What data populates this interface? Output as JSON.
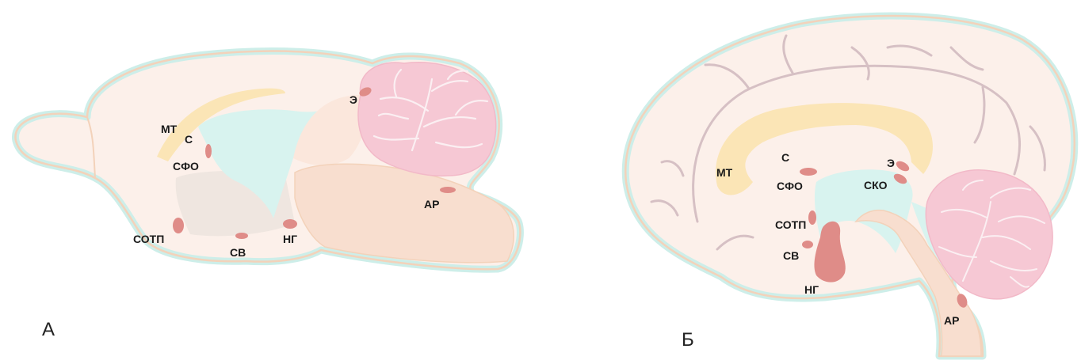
{
  "panels": {
    "a": {
      "letter": "А",
      "labels": {
        "mt": "МТ",
        "s": "С",
        "sfo": "СФО",
        "e": "Э",
        "sotp": "СОТП",
        "sv": "СВ",
        "ng": "НГ",
        "ar": "АР"
      }
    },
    "b": {
      "letter": "Б",
      "labels": {
        "mt": "МТ",
        "s": "С",
        "sfo": "СФО",
        "e": "Э",
        "sko": "СКО",
        "sotp": "СОТП",
        "sv": "СВ",
        "ng": "НГ",
        "ar": "АР"
      }
    }
  },
  "colors": {
    "outline_halo": "#cdeee9",
    "outline": "#f3d2ba",
    "tissue": "#fcf0ea",
    "brainstem": "#f8decf",
    "gray_region": "#efe6e0",
    "ventricle": "#d8f3ef",
    "corpus_callosum": "#fbe5b6",
    "cerebellum": "#f6c8d4",
    "cerebellum_lines": "#fbeff2",
    "organ": "#df8c88",
    "sulci": "#d6c0c4"
  }
}
